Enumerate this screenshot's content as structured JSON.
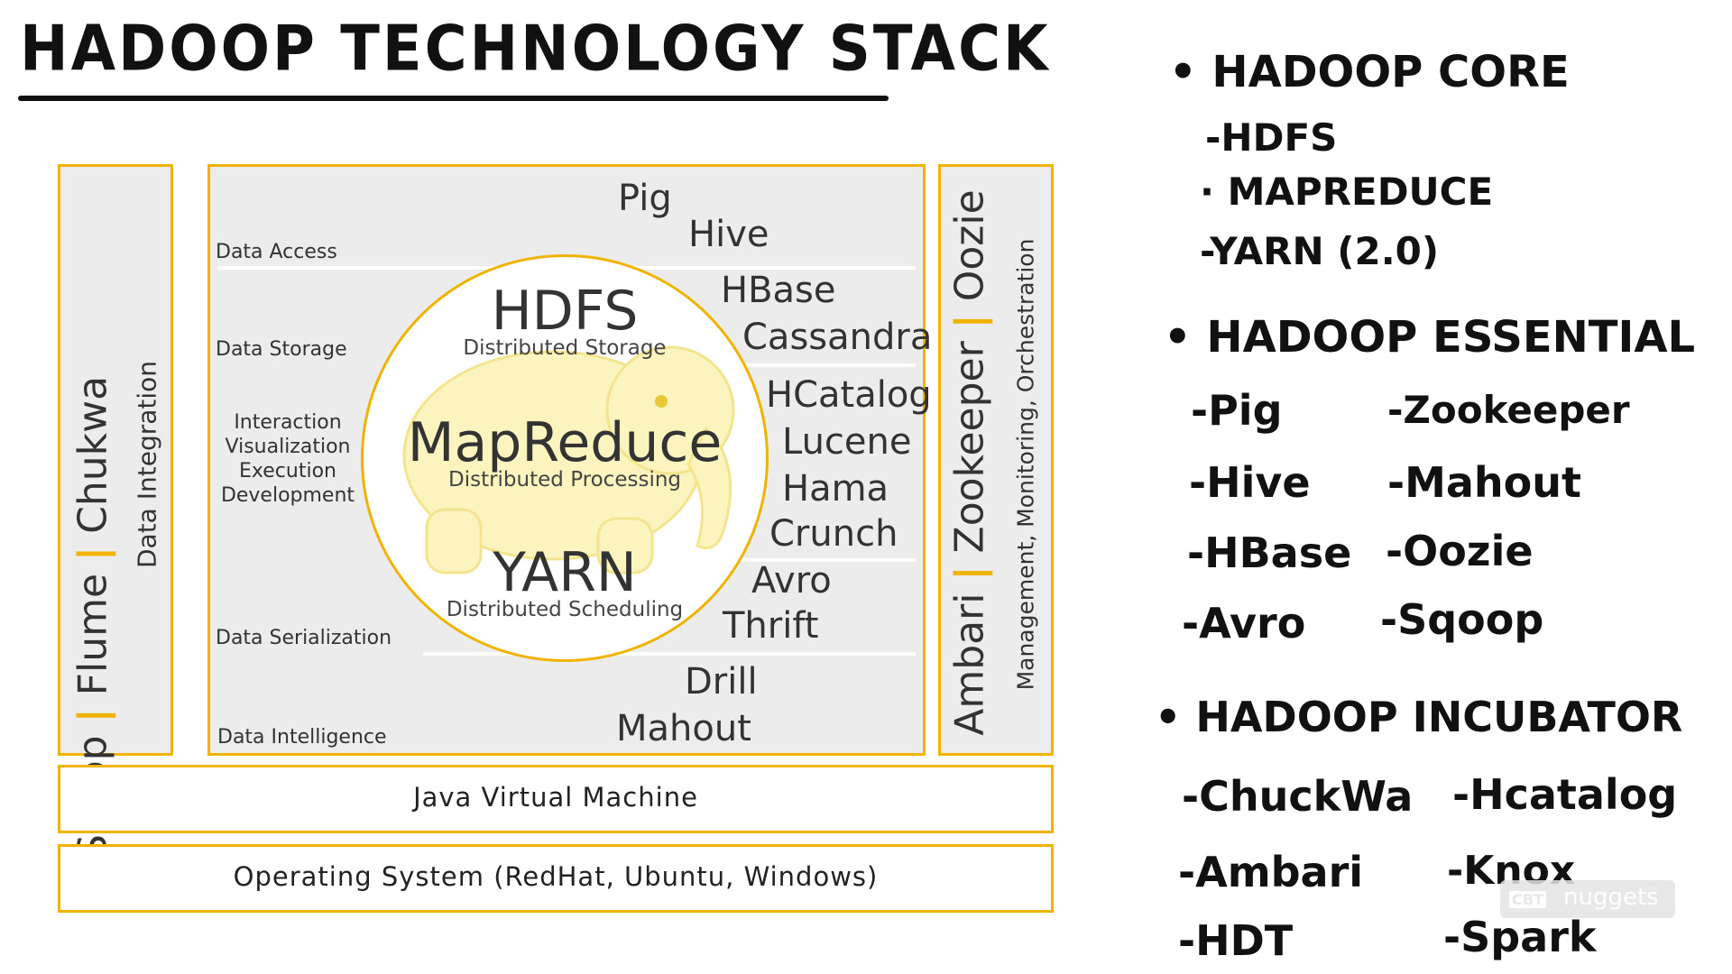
{
  "title": "HADOOP TECHNOLOGY STACK",
  "left_column": {
    "tools": [
      "Sqoop",
      "Flume",
      "Chukwa"
    ],
    "caption": "Data Integration"
  },
  "right_column": {
    "tools": [
      "Ambari",
      "Zookeeper",
      "Oozie"
    ],
    "caption": "Management, Monitoring, Orchestration"
  },
  "layers": {
    "data_access": {
      "label": "Data Access",
      "tools": [
        "Pig",
        "Hive"
      ]
    },
    "data_storage": {
      "label": "Data Storage",
      "tools": [
        "HBase",
        "Cassandra"
      ]
    },
    "interaction": {
      "label_lines": [
        "Interaction",
        "Visualization",
        "Execution",
        "Development"
      ],
      "tools": [
        "HCatalog",
        "Lucene",
        "Hama",
        "Crunch"
      ]
    },
    "data_serialization": {
      "label": "Data Serialization",
      "tools": [
        "Avro",
        "Thrift"
      ]
    },
    "data_intelligence": {
      "label": "Data Intelligence",
      "tools": [
        "Drill",
        "Mahout"
      ]
    }
  },
  "core": {
    "hdfs": {
      "name": "HDFS",
      "sub": "Distributed Storage"
    },
    "mapreduce": {
      "name": "MapReduce",
      "sub": "Distributed Processing"
    },
    "yarn": {
      "name": "YARN",
      "sub": "Distributed Scheduling"
    }
  },
  "jvm": "Java Virtual Machine",
  "os": "Operating System (RedHat, Ubuntu, Windows)",
  "notes": {
    "core": {
      "heading": "• HADOOP CORE",
      "items": [
        "-HDFS",
        "· MAPREDUCE",
        "-YARN (2.0)"
      ]
    },
    "essential": {
      "heading": "• HADOOP ESSENTIAL",
      "col1": [
        "-Pig",
        "-Hive",
        "-HBase",
        "-Avro"
      ],
      "col2": [
        "-Zookeeper",
        "-Mahout",
        "-Oozie",
        "-Sqoop"
      ]
    },
    "incubator": {
      "heading": "• HADOOP INCUBATOR",
      "col1": [
        "-ChuckWa",
        "-Ambari",
        "-HDT"
      ],
      "col2": [
        "-Hcatalog",
        "-Knox",
        "-Spark"
      ]
    }
  },
  "watermark": {
    "badge": "CBT",
    "text": "nuggets"
  },
  "colors": {
    "accent": "#f0b400",
    "panel": "#ececec",
    "ink": "#111111"
  }
}
